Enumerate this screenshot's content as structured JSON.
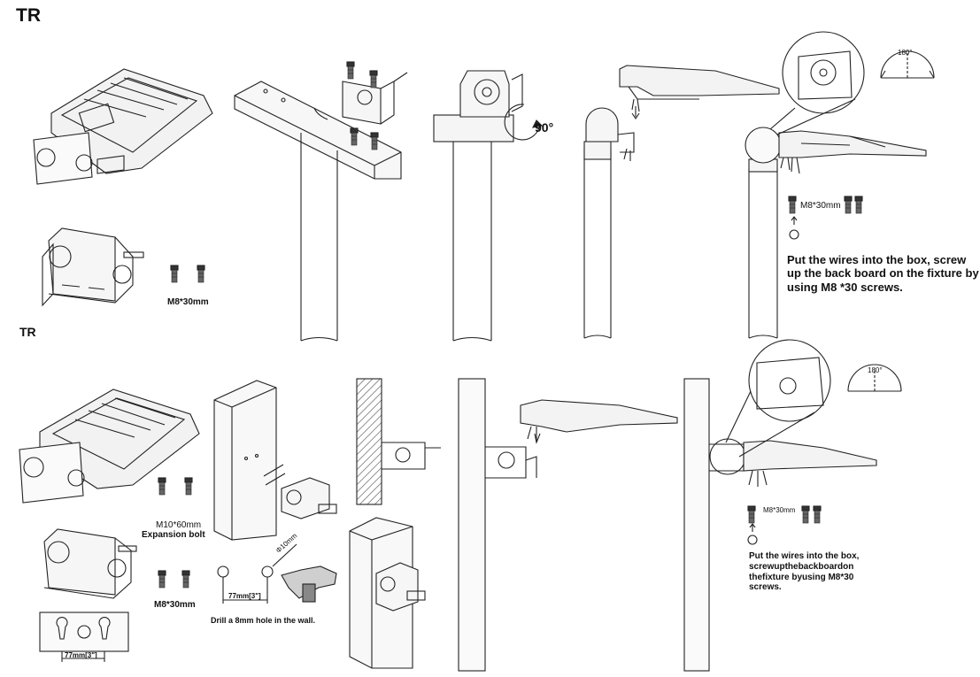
{
  "top": {
    "label_main": "TR",
    "label_secondary": "TR",
    "screw_spec": "M8*30mm",
    "angle_90": "90°",
    "angle_180": "180°",
    "step_screw_spec": "M8*30mm",
    "instruction": "Put the wires into the box, screw up the back board on the fixture by using M8   *30 screws."
  },
  "bottom": {
    "expansion_spec": "M10*60mm",
    "expansion_label": "Expansion bolt",
    "screw_spec": "M8*30mm",
    "hole_spacing": "77mm[3\"]",
    "bracket_spacing": "77mm[3\"]",
    "drill_diameter": "Φ10mm",
    "drill_note": "Drill a 8mm hole in the wall.",
    "angle_180": "180°",
    "step_screw_spec": "M8*30mm",
    "instruction": "Put the wires into the box, screwupthebackboardon thefixture byusing M8*30 screws."
  }
}
